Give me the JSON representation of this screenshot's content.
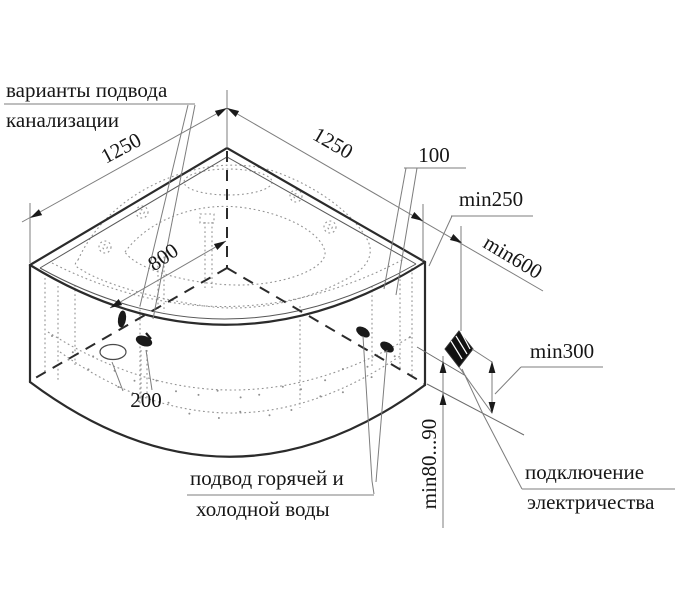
{
  "drawing": {
    "title": "corner-bathtub-installation-diagram",
    "labels": {
      "sewer_line1": "варианты подвода",
      "sewer_line2": "канализации",
      "water_line1": "подвод горячей и",
      "water_line2": "холодной воды",
      "electric_line1": "подключение",
      "electric_line2": "электричества"
    },
    "dimensions": {
      "d1250_left": "1250",
      "d1250_right": "1250",
      "d800": "800",
      "d100": "100",
      "min250": "min250",
      "min600": "min600",
      "min300": "min300",
      "d200": "200",
      "floor_gap": "min80...90"
    },
    "colors": {
      "outline": "#2b2b2b",
      "thin_line": "#7d7d7d",
      "background": "#ffffff"
    }
  }
}
